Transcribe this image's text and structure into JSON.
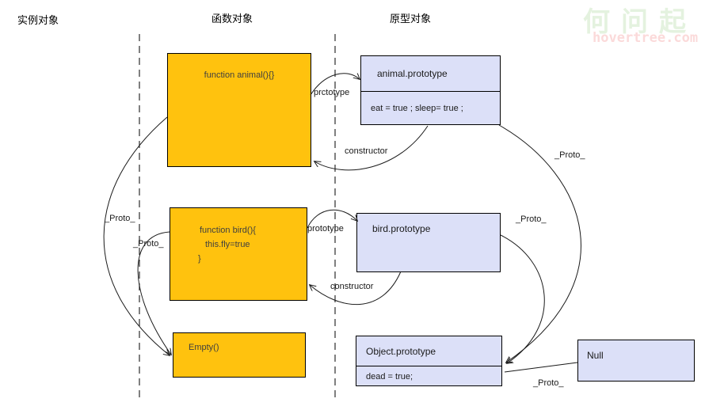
{
  "columns": {
    "instance": "实例对象",
    "function": "函数对象",
    "prototype": "原型对象"
  },
  "watermark": {
    "line1": "何问起",
    "line2": "hovertree.com"
  },
  "boxes": {
    "animal_fn": {
      "label": "function animal(){}"
    },
    "bird_fn": {
      "lines": [
        "function bird(){",
        "this.fly=true",
        "}"
      ]
    },
    "empty_fn": {
      "label": "Empty()"
    },
    "animal_proto": {
      "header": "animal.prototype",
      "body": "eat = true ; sleep= true ;"
    },
    "bird_proto": {
      "header": "bird.prototype"
    },
    "object_proto": {
      "header": "Object.prototype",
      "body": "dead = true;"
    },
    "null_box": {
      "label": "Null"
    }
  },
  "edge_labels": {
    "animal_prototype": "prctotype",
    "animal_constructor": "constructor",
    "animal_proto_chain": "_Proto_",
    "bird_prototype": "prototype",
    "bird_constructor": "constructor",
    "bird_proto_chain": "_Proto_",
    "animal_fn_proto": "_Proto_",
    "bird_fn_proto": "_Proto_",
    "object_proto_null": "_Proto_"
  },
  "colors": {
    "function_box_fill": "#FFC20E",
    "prototype_box_fill": "#DCE0F8",
    "box_border": "#000000",
    "connector": "#1A1A1A",
    "watermark_green": "#E4F2DF",
    "watermark_pink": "#FBDADA"
  }
}
